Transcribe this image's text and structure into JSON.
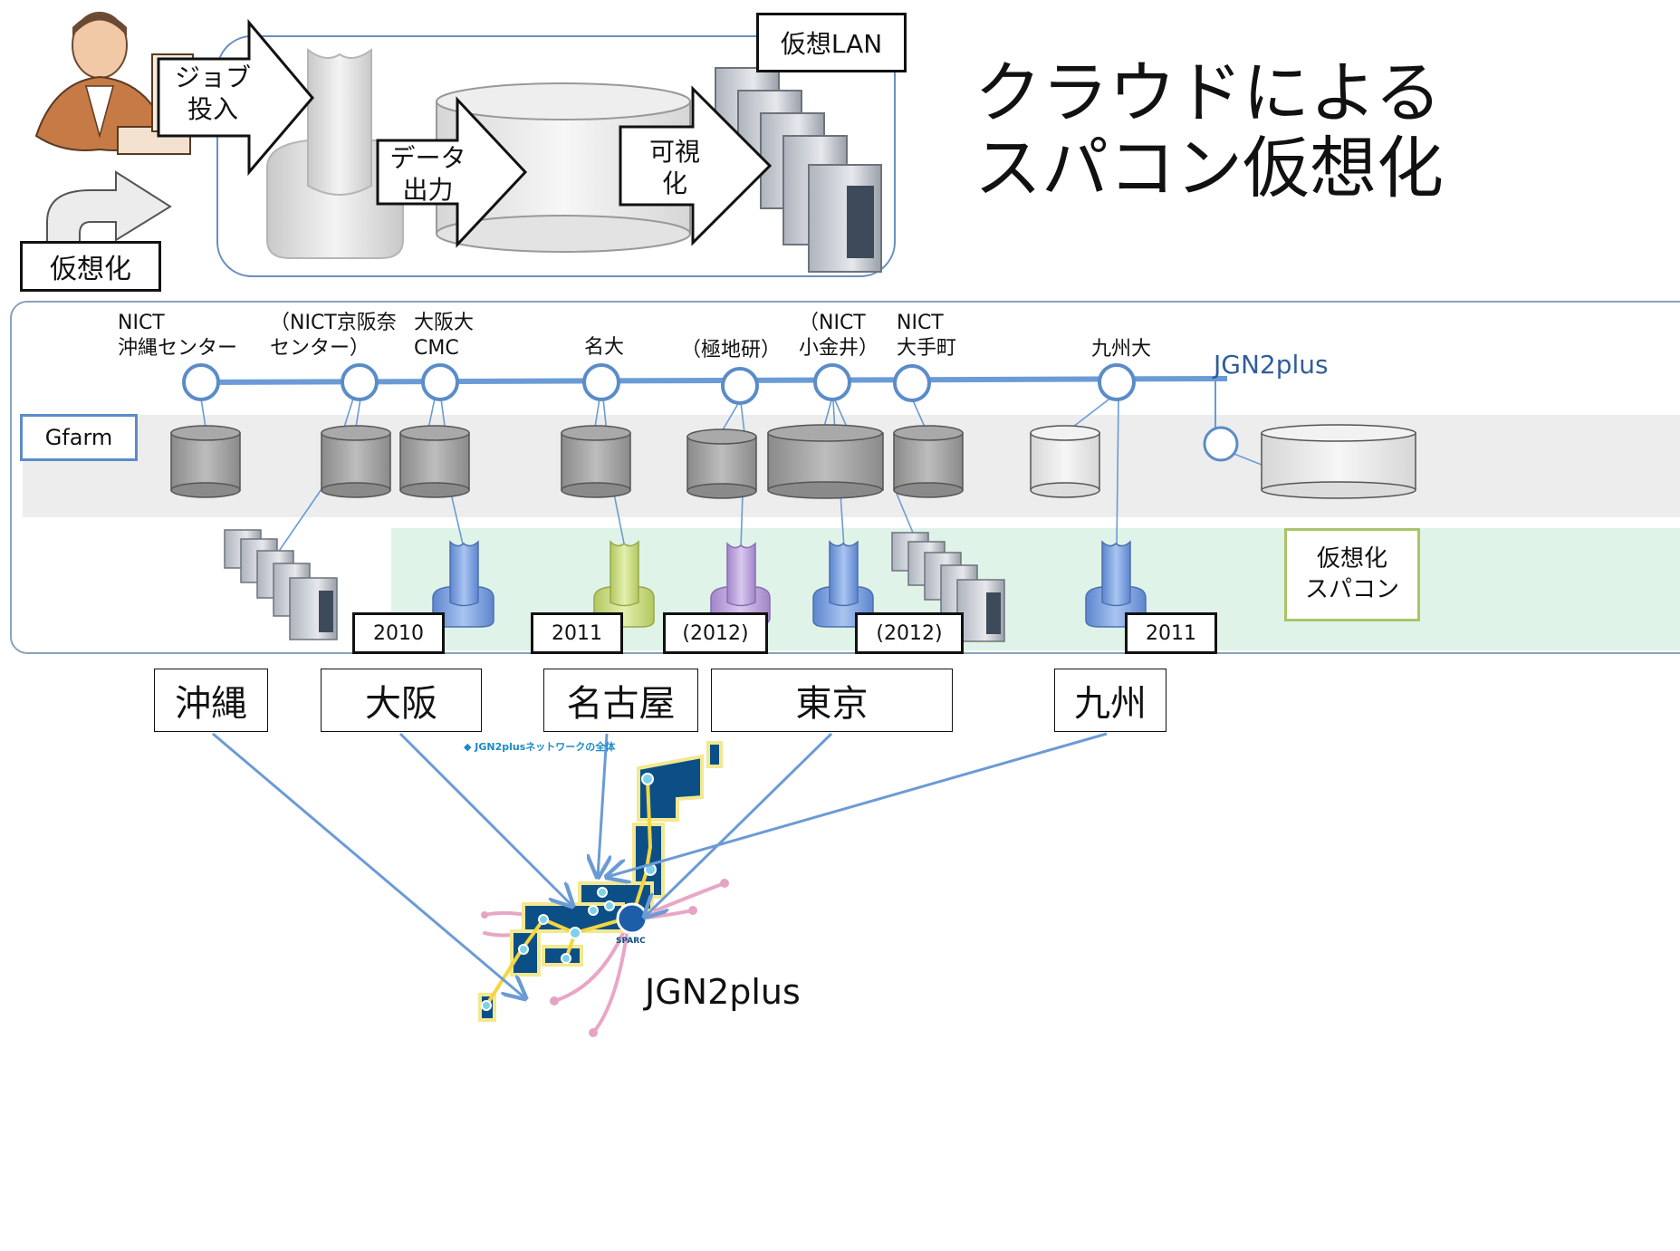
{
  "title": {
    "line1": "クラウドによる",
    "line2": "スパコン仮想化"
  },
  "top": {
    "job_label": [
      "ジョブ",
      "投入"
    ],
    "data_label": [
      "データ",
      "出力"
    ],
    "viz_label": [
      "可視",
      "化"
    ],
    "vlan_label": "仮想LAN",
    "virtualize_label": "仮想化"
  },
  "network": {
    "name": "JGN2plus",
    "gfarm_label": "Gfarm",
    "vsc_label": [
      "仮想化",
      "スパコン"
    ],
    "nodes": [
      {
        "line1": "NICT",
        "line2": "沖縄センター"
      },
      {
        "line1": "（NICT京阪奈",
        "line2": "センター）"
      },
      {
        "line1": "大阪大",
        "line2": "CMC"
      },
      {
        "line1": "",
        "line2": "名大"
      },
      {
        "line1": "",
        "line2": "（極地研）"
      },
      {
        "line1": "（NICT",
        "line2": "小金井）"
      },
      {
        "line1": "NICT",
        "line2": "大手町"
      },
      {
        "line1": "",
        "line2": "九州大"
      }
    ],
    "years": [
      "2010",
      "2011",
      "(2012)",
      "(2012)",
      "2011"
    ]
  },
  "regions": [
    "沖縄",
    "大阪",
    "名古屋",
    "東京",
    "九州"
  ],
  "map": {
    "caption": "JGN2plus",
    "header": "◆ JGN2plusネットワークの全体",
    "sparc": "SPARC"
  },
  "colors": {
    "line_blue": "#6a9bd6",
    "node_stroke": "#5a8cc8",
    "gfarm_band": "#ededed",
    "vsc_band": "#dff3e8",
    "vsc_border": "#a8c56a",
    "text_blue": "#2f5e9c"
  }
}
